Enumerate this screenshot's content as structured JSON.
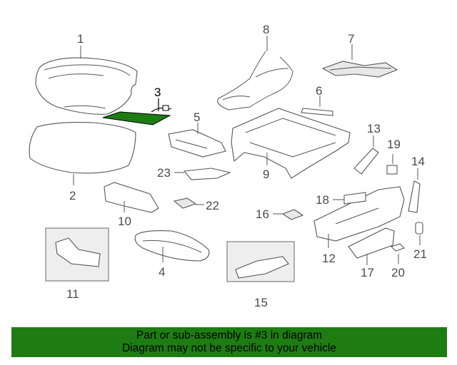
{
  "callouts": {
    "c1": "1",
    "c2": "2",
    "c3": "3",
    "c4": "4",
    "c5": "5",
    "c6": "6",
    "c7": "7",
    "c8": "8",
    "c9": "9",
    "c10": "10",
    "c11": "11",
    "c12": "12",
    "c13": "13",
    "c14": "14",
    "c15": "15",
    "c16": "16",
    "c17": "17",
    "c18": "18",
    "c19": "19",
    "c20": "20",
    "c21": "21",
    "c22": "22",
    "c23": "23"
  },
  "highlighted_part": "3",
  "highlight_color": "#1e7d12",
  "banner": {
    "line1": "Part or sub-assembly is #3 in diagram",
    "line2": "Diagram may not be specific to your vehicle",
    "background": "#1e7d12"
  }
}
